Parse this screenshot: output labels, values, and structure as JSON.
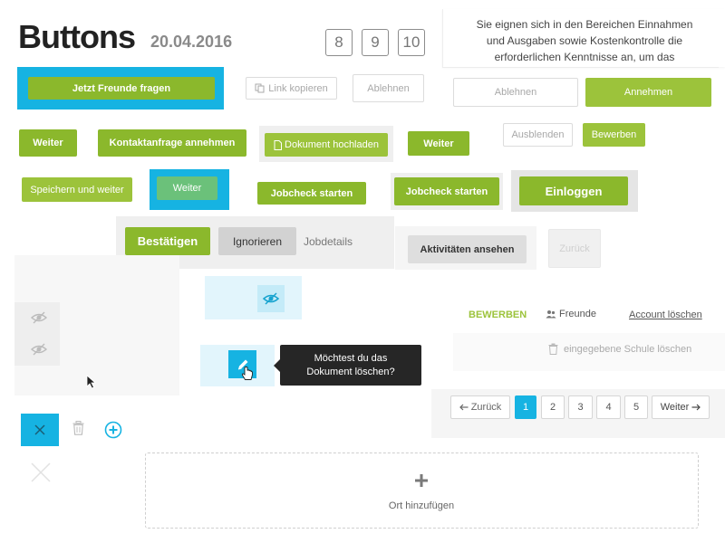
{
  "header": {
    "title": "Buttons",
    "date": "20.04.2016"
  },
  "version_boxes": [
    "8",
    "9",
    "10"
  ],
  "info_text": {
    "line1": "Sie eignen sich in den Bereichen Einnahmen",
    "line2": "und Ausgaben sowie Kostenkontrolle die",
    "line3": "erforderlichen Kenntnisse an, um das"
  },
  "buttons": {
    "jetzt_freunde": "Jetzt Freunde fragen",
    "link_kopieren": "Link kopieren",
    "ablehnen_1": "Ablehnen",
    "ablehnen_2": "Ablehnen",
    "annehmen": "Annehmen",
    "weiter_1": "Weiter",
    "kontaktanfrage": "Kontaktanfrage annehmen",
    "dokument_hochladen": "Dokument hochladen",
    "weiter_2": "Weiter",
    "ausblenden": "Ausblenden",
    "bewerben": "Bewerben",
    "speichern_weiter": "Speichern und weiter",
    "weiter_3": "Weiter",
    "jobcheck_1": "Jobcheck starten",
    "jobcheck_2": "Jobcheck starten",
    "einloggen": "Einloggen",
    "bestaetigen": "Bestätigen",
    "ignorieren": "Ignorieren",
    "jobdetails": "Jobdetails",
    "aktivitaeten": "Aktivitäten ansehen",
    "zurueck_disabled": "Zurück",
    "bewerben_link": "BEWERBEN",
    "freunde_link": "Freunde",
    "account_loeschen": "Account löschen",
    "schule_loeschen": "eingegebene Schule löschen",
    "ort_hinzufuegen": "Ort hinzufügen"
  },
  "tooltip": {
    "line1": "Möchtest du das",
    "line2": "Dokument löschen?"
  },
  "pagination": {
    "prev": "Zurück",
    "pages": [
      "1",
      "2",
      "3",
      "4",
      "5"
    ],
    "next": "Weiter",
    "active": "1"
  },
  "colors": {
    "green": "#8bb82c",
    "blue": "#16b3e2",
    "dark": "#262626"
  },
  "icons": {
    "eye_slash": "eye-slash-icon",
    "pencil": "pencil-icon",
    "trash": "trash-icon",
    "plus_circle": "plus-circle-icon",
    "close": "close-icon",
    "users": "users-icon",
    "file": "file-icon",
    "copy": "copy-icon",
    "plus": "plus-icon"
  }
}
